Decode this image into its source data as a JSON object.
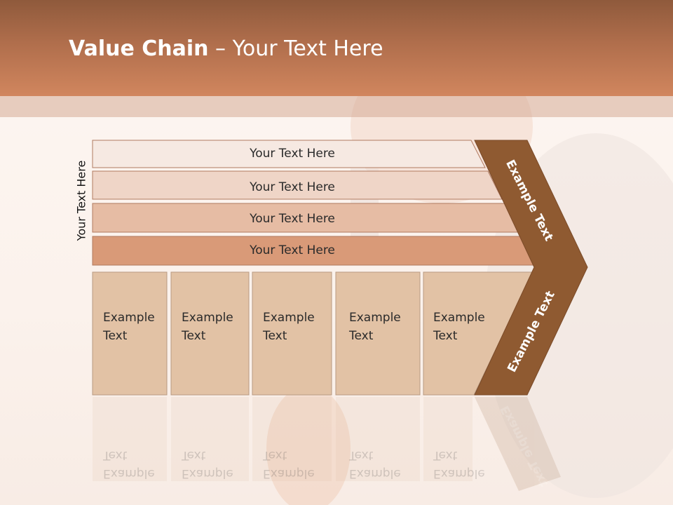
{
  "slide": {
    "title_bold": "Value Chain",
    "title_rest": " – Your Text Here",
    "side_label": "Your Text Here"
  },
  "rows": [
    {
      "label": "Your Text Here",
      "fill": "#f6e9e2"
    },
    {
      "label": "Your Text Here",
      "fill": "#efd5c7"
    },
    {
      "label": "Your Text Here",
      "fill": "#e6bca4"
    },
    {
      "label": "Your Text Here",
      "fill": "#d99a78"
    }
  ],
  "boxes": [
    {
      "label": "Example\nText"
    },
    {
      "label": "Example\nText"
    },
    {
      "label": "Example\nText"
    },
    {
      "label": "Example\nText"
    },
    {
      "label": "Example\nText"
    }
  ],
  "chevron": {
    "top_label": "Example Text",
    "bottom_label": "Example Text",
    "color": "#8f5a31"
  },
  "colors": {
    "header": "#c57a55",
    "box_fill": "#e2c2a5",
    "box_stroke": "#b89a82",
    "row_stroke": "#b07a60"
  }
}
